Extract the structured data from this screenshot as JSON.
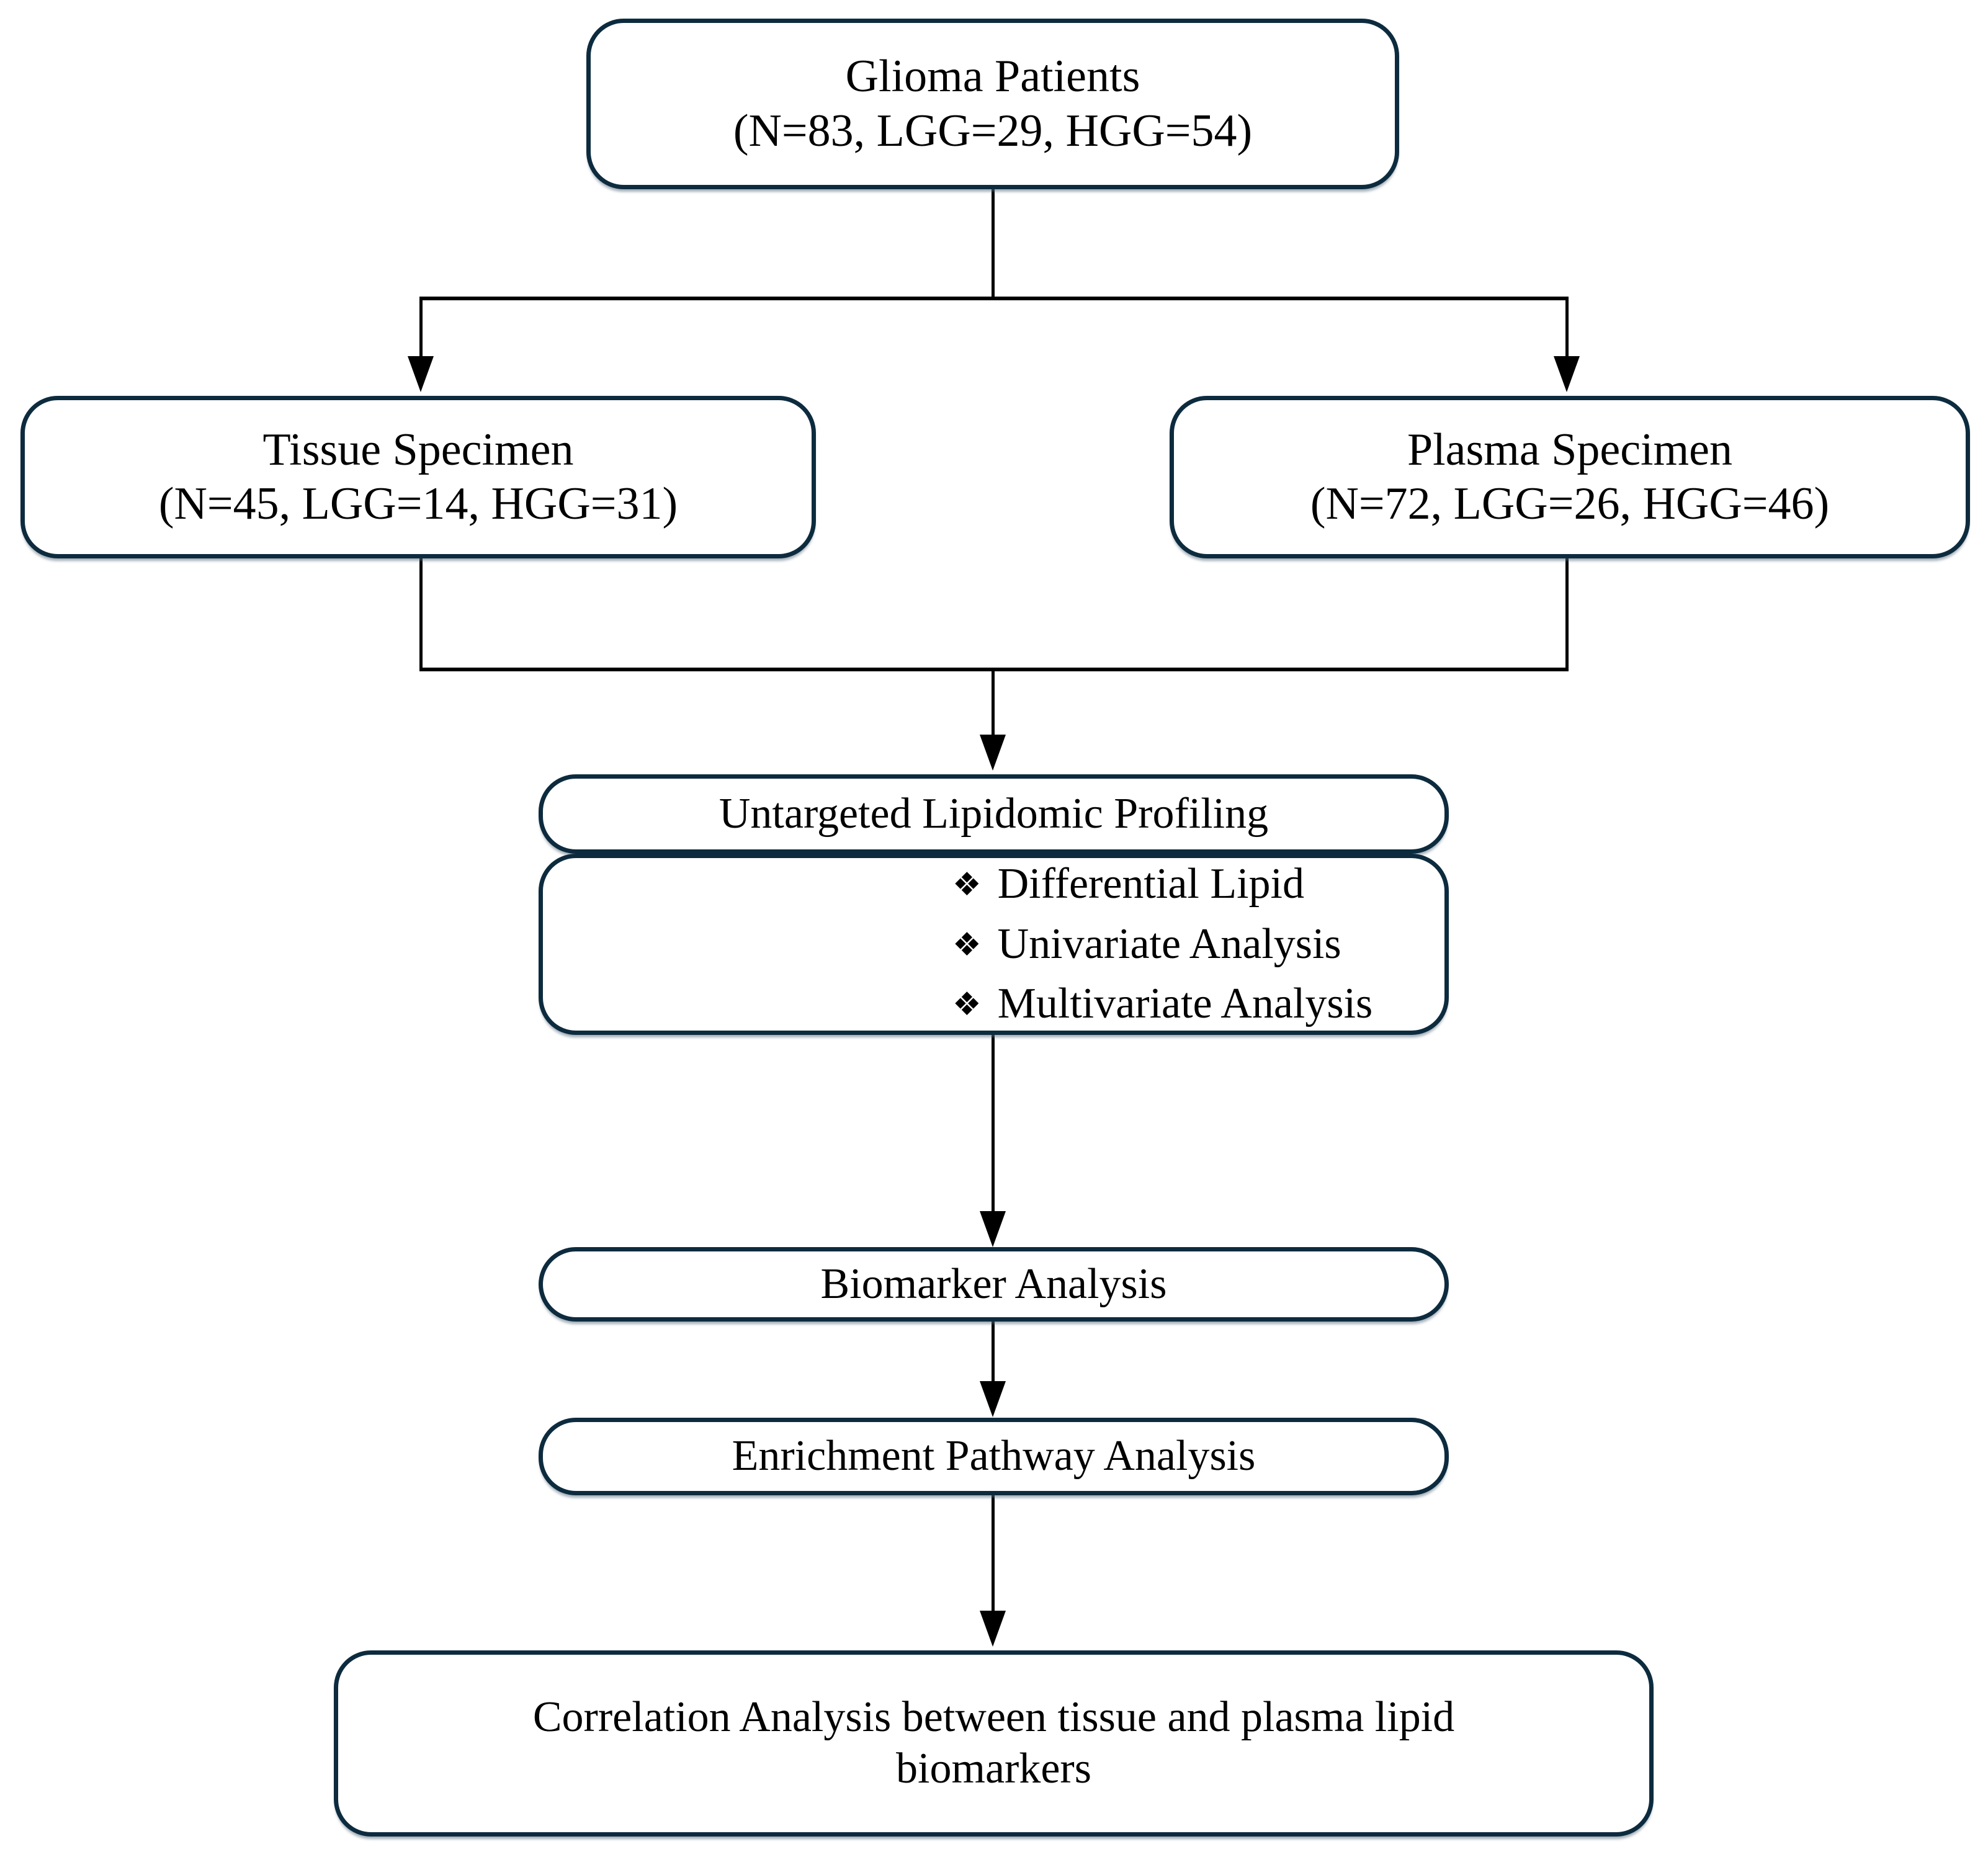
{
  "diagram": {
    "title": "Glioma lipidomics study workflow",
    "accent_color": "#0d2b3e",
    "line_color": "#000000",
    "background": "#ffffff"
  },
  "nodes": {
    "glioma_patients": {
      "line1": "Glioma Patients",
      "line2": "(N=83, LGG=29, HGG=54)"
    },
    "tissue_specimen": {
      "line1": "Tissue Specimen",
      "line2": "(N=45, LGG=14, HGG=31)"
    },
    "plasma_specimen": {
      "line1": "Plasma Specimen",
      "line2": "(N=72, LGG=26, HGG=46)"
    },
    "untargeted_profiling": {
      "line1": "Untargeted Lipidomic Profiling"
    },
    "analysis_list": {
      "bullet_glyph": "❖",
      "items": [
        "Differential Lipid",
        "Univariate Analysis",
        "Multivariate Analysis"
      ]
    },
    "biomarker_analysis": {
      "line1": "Biomarker Analysis"
    },
    "enrichment_pathway": {
      "line1": "Enrichment Pathway Analysis"
    },
    "correlation_analysis": {
      "line1": "Correlation Analysis between tissue and plasma lipid",
      "line2": "biomarkers"
    }
  }
}
